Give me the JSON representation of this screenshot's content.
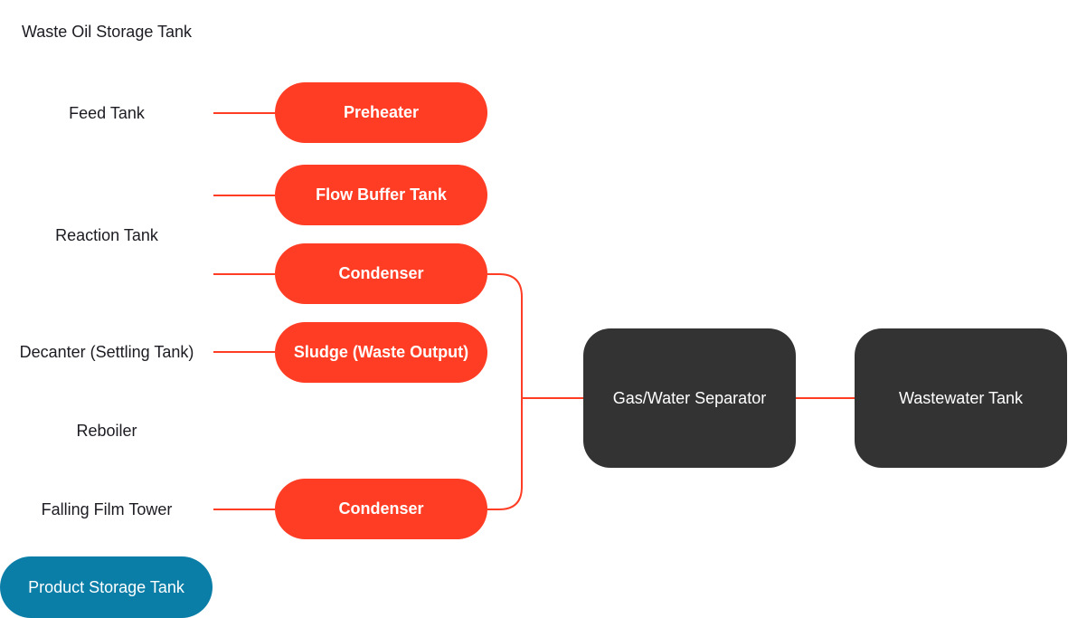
{
  "diagram": {
    "left_labels": {
      "waste_oil_storage_tank": "Waste Oil Storage Tank",
      "feed_tank": "Feed Tank",
      "reaction_tank": "Reaction Tank",
      "decanter": "Decanter (Settling Tank)",
      "reboiler": "Reboiler",
      "falling_film_tower": "Falling Film Tower"
    },
    "process_nodes": {
      "preheater": "Preheater",
      "flow_buffer_tank": "Flow Buffer Tank",
      "condenser_1": "Condenser",
      "sludge": "Sludge (Waste Output)",
      "condenser_2": "Condenser"
    },
    "output_nodes": {
      "gas_water_separator": "Gas/Water Separator",
      "wastewater_tank": "Wastewater Tank"
    },
    "product_node": "Product Storage Tank",
    "colors": {
      "process": "#ff3d24",
      "edge": "#ff3d24",
      "output": "#333333",
      "product": "#0b7ea8",
      "text": "#1b1b22"
    }
  }
}
